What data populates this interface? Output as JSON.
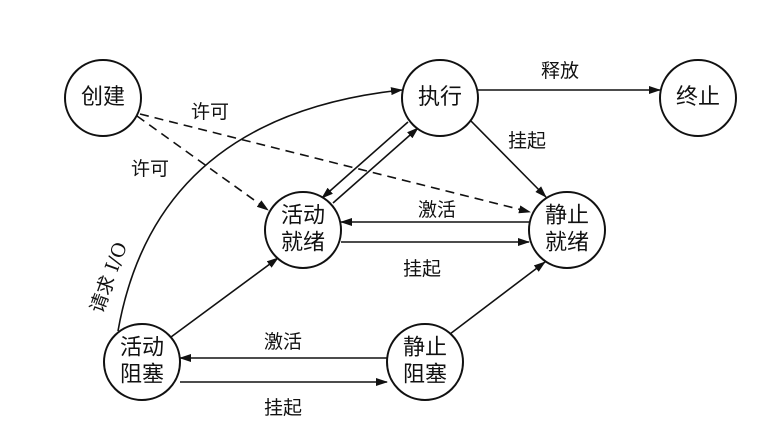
{
  "nodes": [
    {
      "id": "create",
      "lines": [
        "创建"
      ]
    },
    {
      "id": "execute",
      "lines": [
        "执行"
      ]
    },
    {
      "id": "terminate",
      "lines": [
        "终止"
      ]
    },
    {
      "id": "active_ready",
      "lines": [
        "活动",
        "就绪"
      ]
    },
    {
      "id": "static_ready",
      "lines": [
        "静止",
        "就绪"
      ]
    },
    {
      "id": "active_blocked",
      "lines": [
        "活动",
        "阻塞"
      ]
    },
    {
      "id": "static_blocked",
      "lines": [
        "静止",
        "阻塞"
      ]
    }
  ],
  "edges": [
    {
      "id": "create_to_static_ready",
      "from": "create",
      "to": "static_ready",
      "label": "许可",
      "style": "dashed"
    },
    {
      "id": "create_to_active_ready",
      "from": "create",
      "to": "active_ready",
      "label": "许可",
      "style": "dashed"
    },
    {
      "id": "execute_to_terminate",
      "from": "execute",
      "to": "terminate",
      "label": "释放",
      "style": "solid"
    },
    {
      "id": "execute_to_static_ready",
      "from": "execute",
      "to": "static_ready",
      "label": "挂起",
      "style": "solid"
    },
    {
      "id": "active_ready_to_execute",
      "from": "active_ready",
      "to": "execute",
      "label": "",
      "style": "solid"
    },
    {
      "id": "execute_to_active_ready",
      "from": "execute",
      "to": "active_ready",
      "label": "",
      "style": "solid"
    },
    {
      "id": "static_ready_to_active_ready",
      "from": "static_ready",
      "to": "active_ready",
      "label": "激活",
      "style": "solid"
    },
    {
      "id": "active_ready_to_static_ready",
      "from": "active_ready",
      "to": "static_ready",
      "label": "挂起",
      "style": "solid"
    },
    {
      "id": "active_blocked_to_execute",
      "from": "active_blocked",
      "to": "execute",
      "label": "请求 I/O",
      "style": "solid"
    },
    {
      "id": "active_blocked_to_active_ready",
      "from": "active_blocked",
      "to": "active_ready",
      "label": "",
      "style": "solid"
    },
    {
      "id": "static_blocked_to_static_ready",
      "from": "static_blocked",
      "to": "static_ready",
      "label": "",
      "style": "solid"
    },
    {
      "id": "static_blocked_to_active_blocked",
      "from": "static_blocked",
      "to": "active_blocked",
      "label": "激活",
      "style": "solid"
    },
    {
      "id": "active_blocked_to_static_blocked",
      "from": "active_blocked",
      "to": "static_blocked",
      "label": "挂起",
      "style": "solid"
    }
  ]
}
